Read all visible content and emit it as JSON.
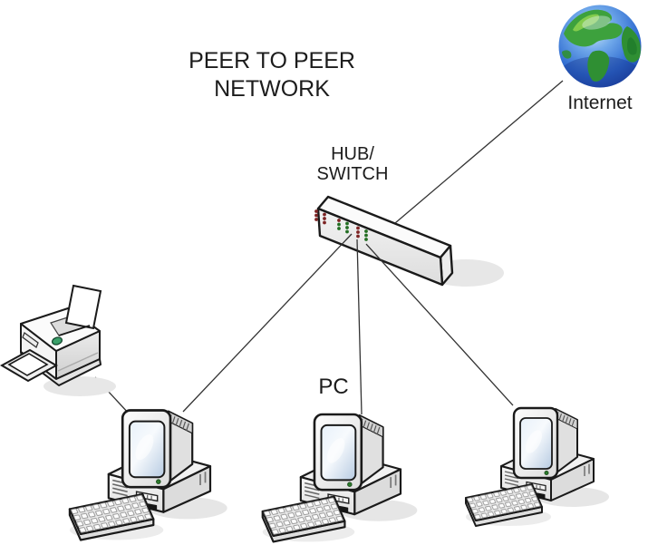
{
  "title": "PEER TO PEER\nNETWORK",
  "diagram_type": "network-topology",
  "nodes": {
    "internet": {
      "label": "Internet",
      "kind": "globe-icon"
    },
    "hub": {
      "label": "HUB/\nSWITCH",
      "kind": "hub-switch-icon"
    },
    "pc_left": {
      "label": "",
      "kind": "desktop-computer-icon"
    },
    "pc_center": {
      "label": "PC",
      "kind": "desktop-computer-icon"
    },
    "pc_right": {
      "label": "",
      "kind": "desktop-computer-icon"
    },
    "printer": {
      "label": "",
      "kind": "printer-icon"
    }
  },
  "connections": [
    {
      "from": "hub",
      "to": "internet"
    },
    {
      "from": "hub",
      "to": "pc_left"
    },
    {
      "from": "hub",
      "to": "pc_center"
    },
    {
      "from": "hub",
      "to": "pc_right"
    },
    {
      "from": "printer",
      "to": "pc_left"
    }
  ],
  "colors": {
    "background": "#ffffff",
    "connection_line": "#333333",
    "text": "#1c1c1c",
    "outline": "#1a1a1a",
    "device_body": "#f2f2f2",
    "device_shade": "#d9d9d9",
    "screen_blue": "#b7cbe2",
    "shadow": "#e6e6e6",
    "hub_led_red": "#7d2424",
    "hub_led_green": "#226e22",
    "globe_ocean": "#2f6bd0",
    "globe_land": "#3da13d",
    "printer_button": "#3aa06a"
  }
}
